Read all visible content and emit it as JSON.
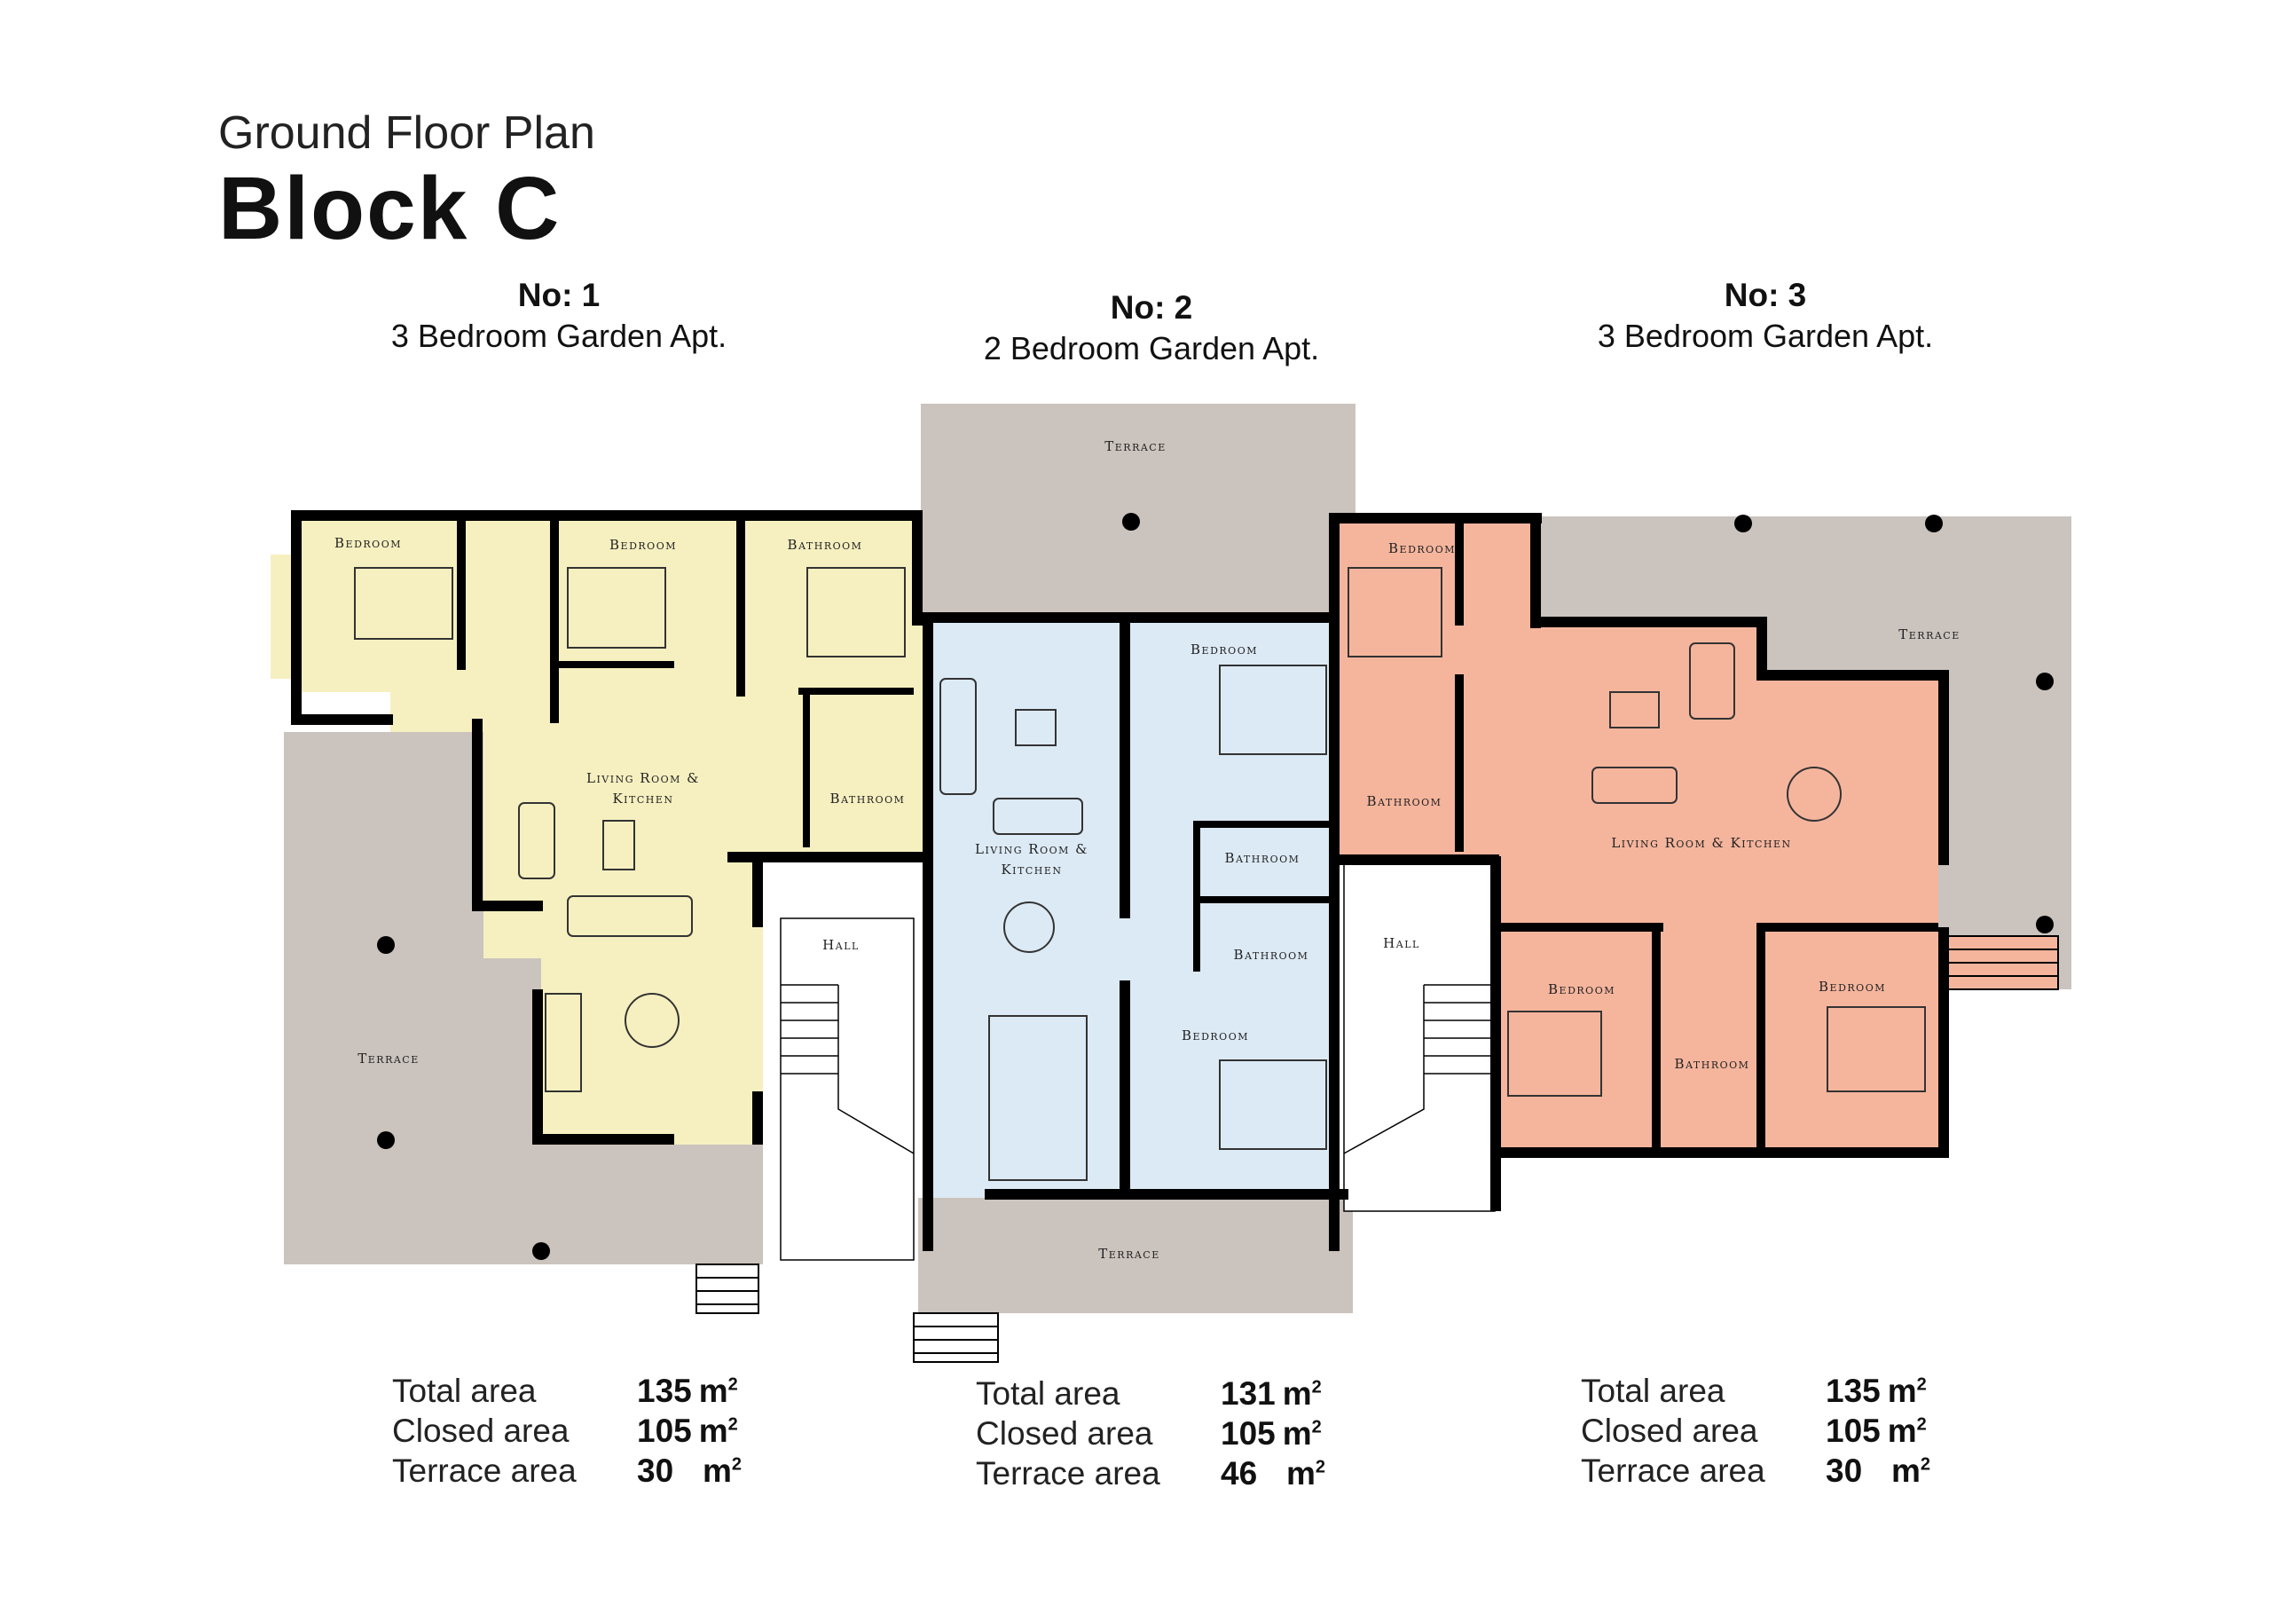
{
  "header": {
    "subtitle": "Ground Floor Plan",
    "title": "Block C"
  },
  "colors": {
    "apt1": "#f6f0c0",
    "apt2": "#dceaf5",
    "apt3": "#f5b59d",
    "terrace": "#cbc3bd",
    "wall": "#000000"
  },
  "apartments": [
    {
      "number": "No: 1",
      "type": "3 Bedroom Garden Apt.",
      "rooms": [
        "Bedroom",
        "Bedroom",
        "Bathroom",
        "Living Room &",
        "Kitchen",
        "Bathroom",
        "Terrace",
        "Hall"
      ],
      "areas": [
        {
          "label": "Total area",
          "value": "135",
          "unit": "m",
          "sup": "2"
        },
        {
          "label": "Closed area",
          "value": "105",
          "unit": "m",
          "sup": "2"
        },
        {
          "label": "Terrace area",
          "value": "30",
          "unit": "m",
          "sup": "2"
        }
      ]
    },
    {
      "number": "No: 2",
      "type": "2 Bedroom Garden Apt.",
      "rooms": [
        "Terrace",
        "Bedroom",
        "Living Room &",
        "Kitchen",
        "Bathroom",
        "Bathroom",
        "Bedroom",
        "Terrace"
      ],
      "areas": [
        {
          "label": "Total area",
          "value": "131",
          "unit": "m",
          "sup": "2"
        },
        {
          "label": "Closed area",
          "value": "105",
          "unit": "m",
          "sup": "2"
        },
        {
          "label": "Terrace area",
          "value": "46",
          "unit": "m",
          "sup": "2"
        }
      ]
    },
    {
      "number": "No: 3",
      "type": "3 Bedroom Garden Apt.",
      "rooms": [
        "Bedroom",
        "Terrace",
        "Bathroom",
        "Living Room & Kitchen",
        "Hall",
        "Bedroom",
        "Bedroom",
        "Bathroom"
      ],
      "areas": [
        {
          "label": "Total area",
          "value": "135",
          "unit": "m",
          "sup": "2"
        },
        {
          "label": "Closed area",
          "value": "105",
          "unit": "m",
          "sup": "2"
        },
        {
          "label": "Terrace area",
          "value": "30",
          "unit": "m",
          "sup": "2"
        }
      ]
    }
  ]
}
